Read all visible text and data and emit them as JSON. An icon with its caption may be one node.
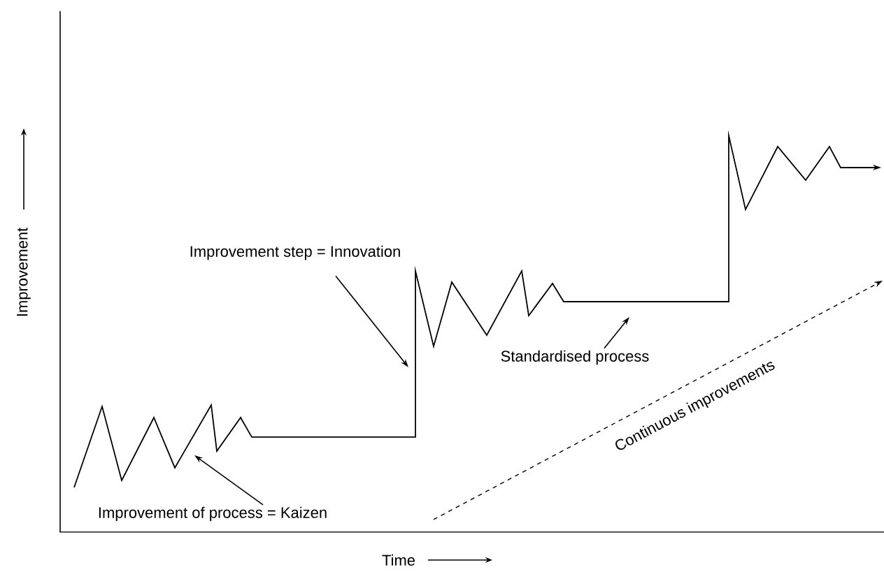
{
  "diagram": {
    "nodes": [
      {
        "text": [
          "Improvement step = Innovation"
        ]
      },
      {
        "text": [
          "Standardised process"
        ]
      },
      {
        "text": [
          "Improvement of process = Kaizen"
        ]
      }
    ],
    "edges": [
      {
        "from": 0,
        "to": null,
        "arrow": "to"
      },
      {
        "from": 1,
        "to": null,
        "arrow": "to"
      },
      {
        "from": 2,
        "to": null,
        "arrow": "to"
      }
    ],
    "labels": [
      "Continuous improvements",
      "Improvement",
      "Time"
    ]
  }
}
